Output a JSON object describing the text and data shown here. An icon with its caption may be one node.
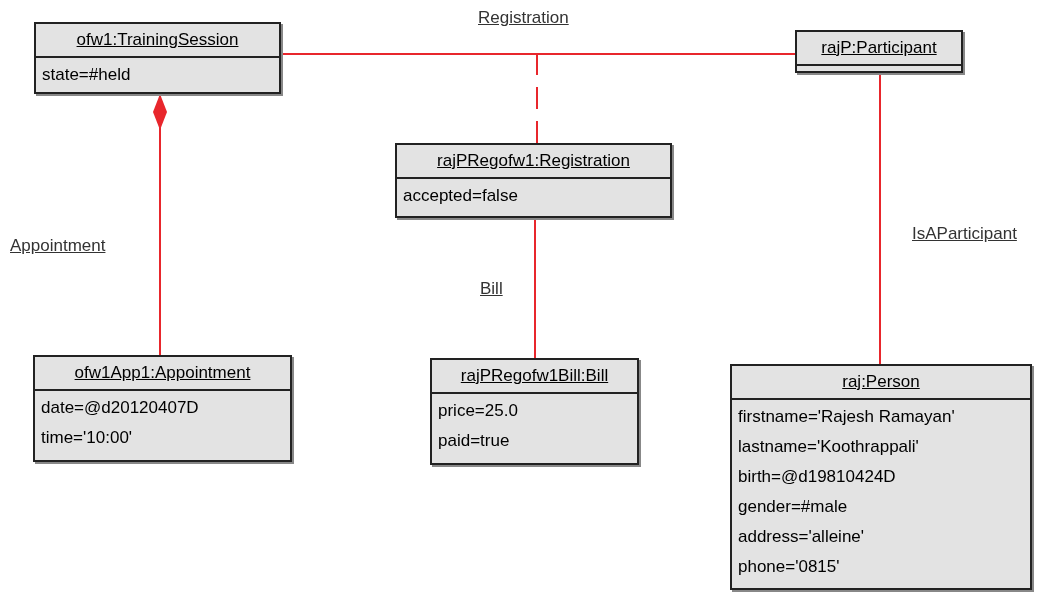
{
  "diagram": {
    "nodes": [
      {
        "text": [
          "ofw1:TrainingSession",
          "state=#held"
        ]
      },
      {
        "text": [
          "rajP:Participant"
        ]
      },
      {
        "text": [
          "rajPRegofw1:Registration",
          "accepted=false"
        ]
      },
      {
        "text": [
          "ofw1App1:Appointment",
          "date=@d20120407D",
          "time='10:00'"
        ]
      },
      {
        "text": [
          "rajPRegofw1Bill:Bill",
          "price=25.0",
          "paid=true"
        ]
      },
      {
        "text": [
          "raj:Person",
          "firstname='Rajesh Ramayan'",
          "lastname='Koothrappali'",
          "birth=@d19810424D",
          "gender=#male",
          "address='alleine'",
          "phone='0815'"
        ]
      }
    ],
    "edges": [
      {
        "from": 0,
        "to": 1,
        "arrow": "none",
        "label": "Registration"
      },
      {
        "from": 2,
        "to": null,
        "arrow": "none",
        "style": "dashed"
      },
      {
        "from": 0,
        "to": 3,
        "arrow": "other",
        "label": "Appointment"
      },
      {
        "from": 2,
        "to": 4,
        "arrow": "none",
        "label": "Bill"
      },
      {
        "from": 1,
        "to": 5,
        "arrow": "none",
        "label": "IsAParticipant"
      }
    ]
  }
}
